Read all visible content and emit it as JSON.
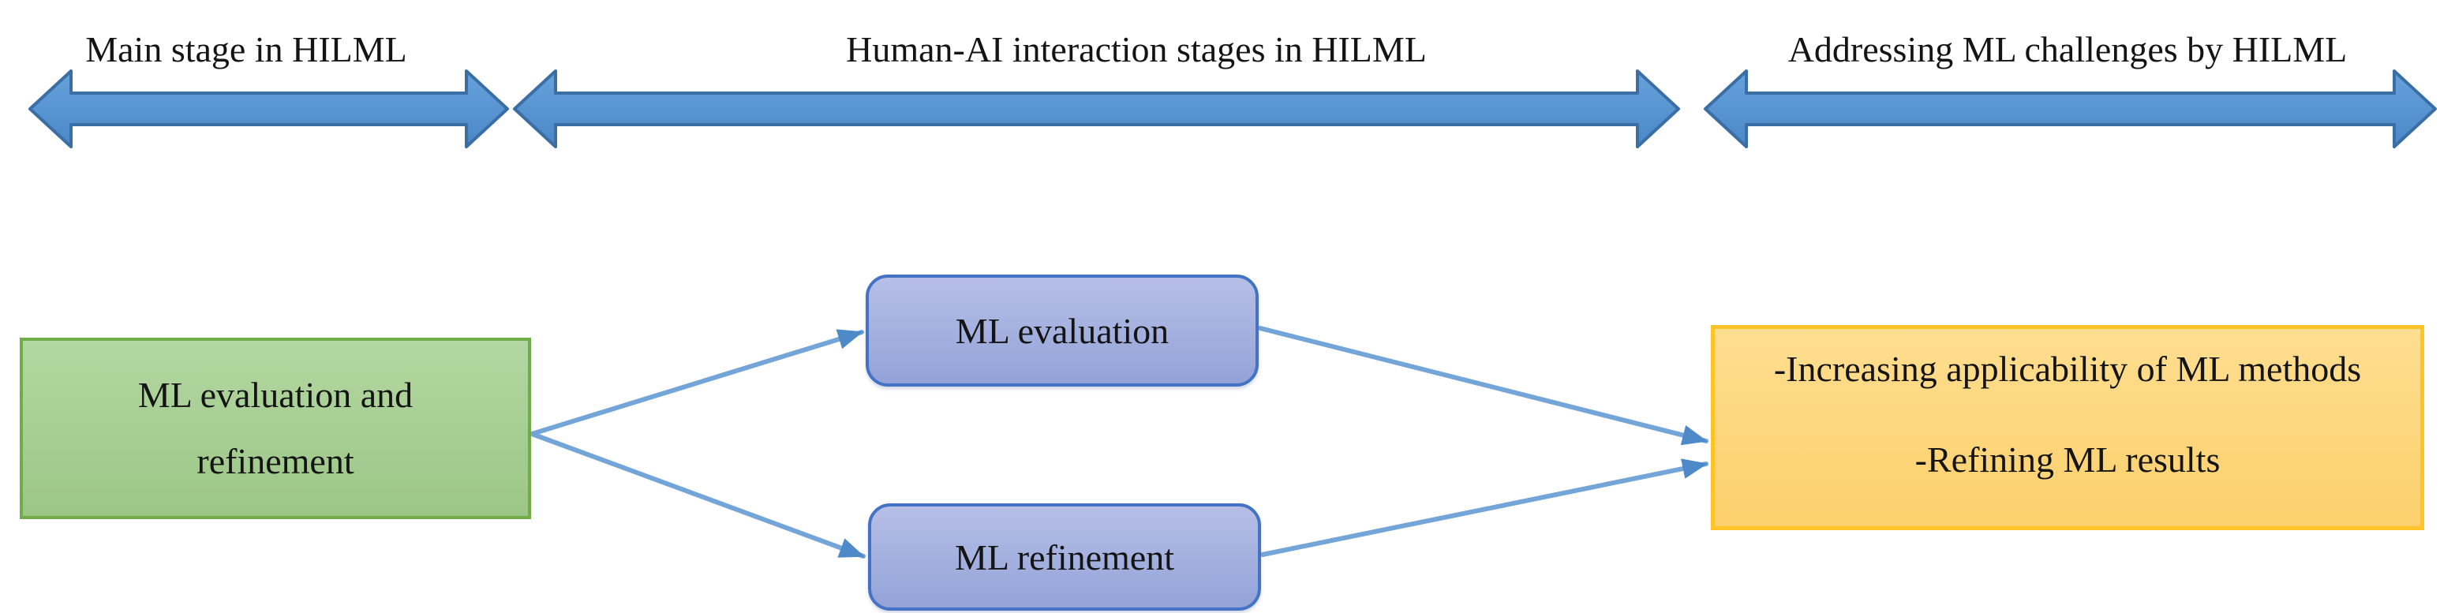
{
  "header": {
    "labels": [
      {
        "text": "Main stage in HILML"
      },
      {
        "text": "Human-AI interaction stages in HILML"
      },
      {
        "text": "Addressing ML challenges by HILML"
      }
    ]
  },
  "nodes": {
    "main_stage": {
      "lines": [
        "ML evaluation and",
        "refinement"
      ]
    },
    "ml_evaluation": {
      "label": "ML evaluation"
    },
    "ml_refinement": {
      "label": "ML refinement"
    },
    "challenges": {
      "lines": [
        "-Increasing applicability of ML methods",
        "-Refining ML results"
      ]
    }
  },
  "icons": {
    "double_arrows": [
      "double-headed-arrow-icon",
      "double-headed-arrow-icon",
      "double-headed-arrow-icon"
    ],
    "connectors": [
      "right-arrow-icon",
      "right-arrow-icon",
      "right-arrow-icon",
      "right-arrow-icon"
    ]
  },
  "colors": {
    "arrow-fill-top": "#67A2DB",
    "arrow-fill-bottom": "#4A87C7",
    "arrow-border": "#3A6EA5",
    "connector-line": "#74A5D8",
    "connector-head": "#4E89C8",
    "green-fill-top": "#B3D7A1",
    "green-fill-bottom": "#9CC687",
    "green-border": "#70AD47",
    "blue-fill-top": "#B6BFE6",
    "blue-fill-bottom": "#93A3D8",
    "blue-border": "#4472C4",
    "yellow-fill-top": "#FEDE90",
    "yellow-fill-bottom": "#FCD06C",
    "yellow-border": "#FEC327",
    "text-color": "#141414"
  }
}
